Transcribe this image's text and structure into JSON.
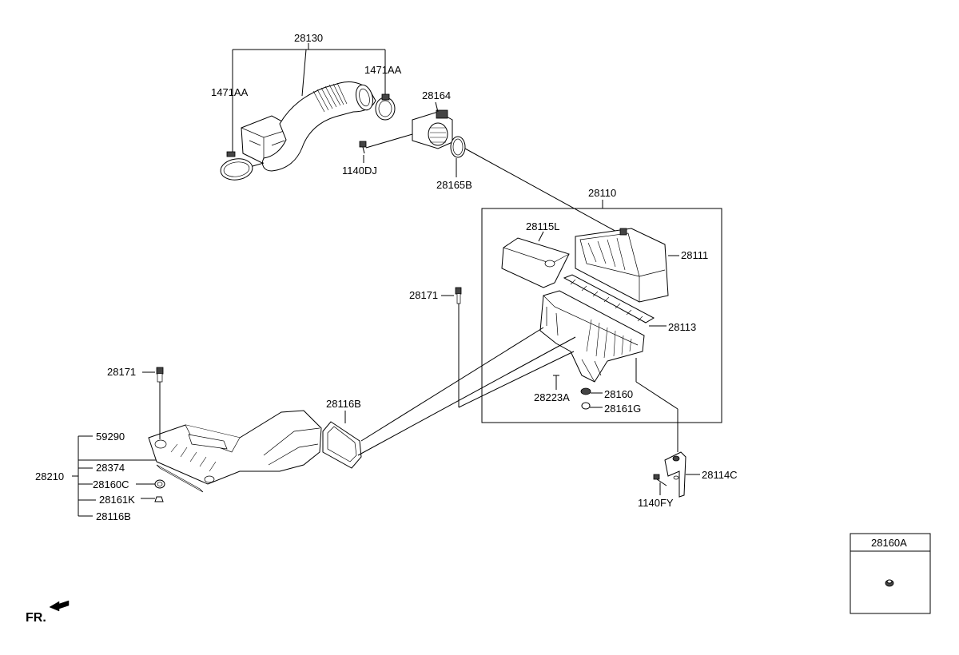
{
  "labels": {
    "p28130": "28130",
    "p1471AA_left": "1471AA",
    "p1471AA_right": "1471AA",
    "p28164": "28164",
    "p1140DJ": "1140DJ",
    "p28165B": "28165B",
    "p28110": "28110",
    "p28115L": "28115L",
    "p28111": "28111",
    "p28171_top": "28171",
    "p28113": "28113",
    "p28171_left": "28171",
    "p28223A": "28223A",
    "p28160": "28160",
    "p28161G": "28161G",
    "p28116B_mid": "28116B",
    "p59290": "59290",
    "p28374": "28374",
    "p28210": "28210",
    "p28160C": "28160C",
    "p28161K": "28161K",
    "p28116B_bottom": "28116B",
    "p28114C": "28114C",
    "p1140FY": "1140FY",
    "p28160A": "28160A"
  },
  "orientation": {
    "label": "FR.",
    "icon": "front-direction-arrow-icon"
  }
}
